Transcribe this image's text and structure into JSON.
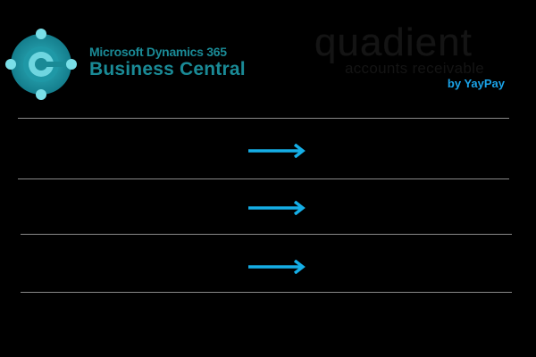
{
  "left_logo": {
    "icon": "dynamics-365-business-central-icon",
    "line1": "Microsoft Dynamics 365",
    "line2": "Business Central",
    "color": "#1a8a96"
  },
  "right_logo": {
    "wordmark": "quadient",
    "subtitle": "accounts receivable",
    "byline": "by YayPay",
    "wordmark_color": "#141414",
    "byline_color": "#1aa3e8"
  },
  "rows": [
    {
      "left": "",
      "arrow": "arrow-right-icon",
      "right": ""
    },
    {
      "left": "",
      "arrow": "arrow-right-icon",
      "right": ""
    },
    {
      "left": "",
      "arrow": "arrow-right-icon",
      "right": ""
    }
  ],
  "colors": {
    "arrow": "#15aee6",
    "rule": "#8a8a8a",
    "background": "#000000"
  }
}
